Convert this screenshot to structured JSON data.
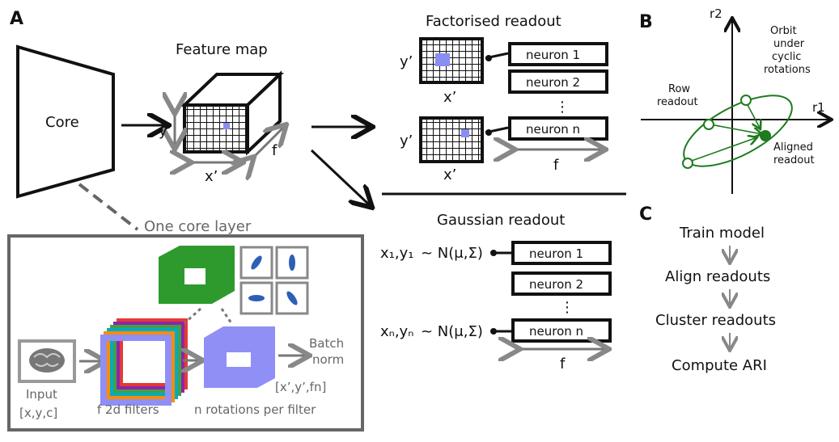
{
  "panels": {
    "a": "A",
    "b": "B",
    "c": "C"
  },
  "panel_a": {
    "core": "Core",
    "feature_map": "Feature map",
    "fm_x": "x’",
    "fm_y": "y’",
    "fm_f": "f",
    "one_core_layer": "One core layer",
    "input_label": "Input",
    "input_shape": "[x,y,c]",
    "filters_label": "f 2d filters",
    "rotations_label": "n rotations per filter",
    "output_shape": "[x’,y’,fn]",
    "batch_norm_1": "Batch",
    "batch_norm_2": "norm"
  },
  "factorised": {
    "title": "Factorised readout",
    "x": "x’",
    "y": "y’",
    "neurons": [
      "neuron 1",
      "neuron 2",
      "neuron n"
    ],
    "dots": "⋮",
    "f": "f"
  },
  "gaussian": {
    "title": "Gaussian readout",
    "eq1_lhs": "x₁,y₁",
    "eq_rhs": "~ N(μ,Σ)",
    "eqn_lhs": "xₙ,yₙ",
    "neurons": [
      "neuron 1",
      "neuron 2",
      "neuron n"
    ],
    "dots": "⋮",
    "f": "f"
  },
  "panel_b": {
    "r1": "r1",
    "r2": "r2",
    "orbit": [
      "Orbit",
      "under",
      "cyclic",
      "rotations"
    ],
    "row_readout": [
      "Row",
      "readout"
    ],
    "aligned_readout": [
      "Aligned",
      "readout"
    ],
    "colors": {
      "orbit": "#1e7a1e"
    }
  },
  "panel_c": {
    "steps": [
      "Train model",
      "Align readouts",
      "Cluster readouts",
      "Compute ARI"
    ]
  },
  "colors": {
    "blue_cell": "#8a8ef0",
    "green": "#2e9a2e",
    "violet": "#8f8ff5"
  }
}
